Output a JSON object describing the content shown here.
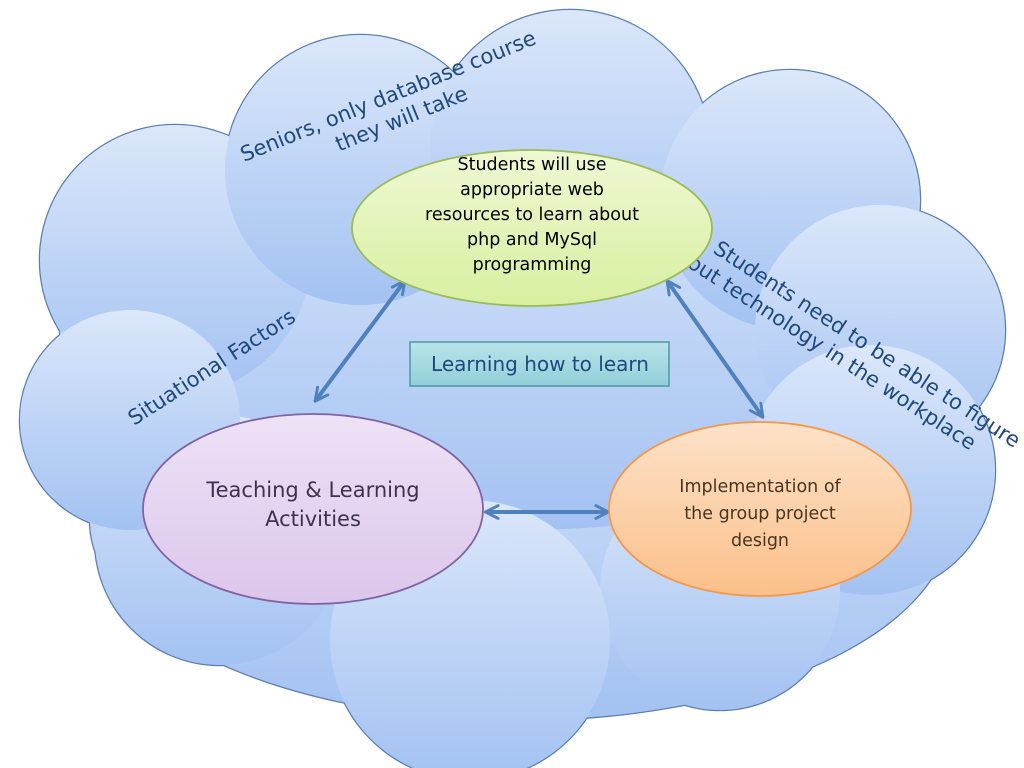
{
  "cloud": {
    "fill_top": "#dbe7fa",
    "fill_bottom": "#a3c2f2",
    "stroke": "#5b7fb3",
    "labels": {
      "top_line1": "Seniors, only database course",
      "top_line2": "they will take",
      "left": "Situational Factors",
      "right_line1": "Students need to be able to figure",
      "right_line2": "out technology in the workplace"
    }
  },
  "center_box": {
    "label": "Learning how to learn",
    "fill": "#9fd7de",
    "stroke": "#4f97a6"
  },
  "nodes": {
    "goals": {
      "lines": [
        "Students will use",
        "appropriate web",
        "resources to learn about",
        "php and MySql",
        "programming"
      ],
      "fill": "#d8f0a0",
      "stroke": "#9bbb59",
      "text_color": "#000000"
    },
    "activities": {
      "lines": [
        "Teaching & Learning",
        "Activities"
      ],
      "fill": "#dcc6ec",
      "stroke": "#8064a2",
      "text_color": "#3f3151"
    },
    "assessment": {
      "lines": [
        "Implementation of",
        "the group project",
        "design"
      ],
      "fill": "#fbc08a",
      "stroke": "#f79646",
      "text_color": "#4a3520"
    }
  },
  "arrows": {
    "color": "#4f81bd"
  }
}
